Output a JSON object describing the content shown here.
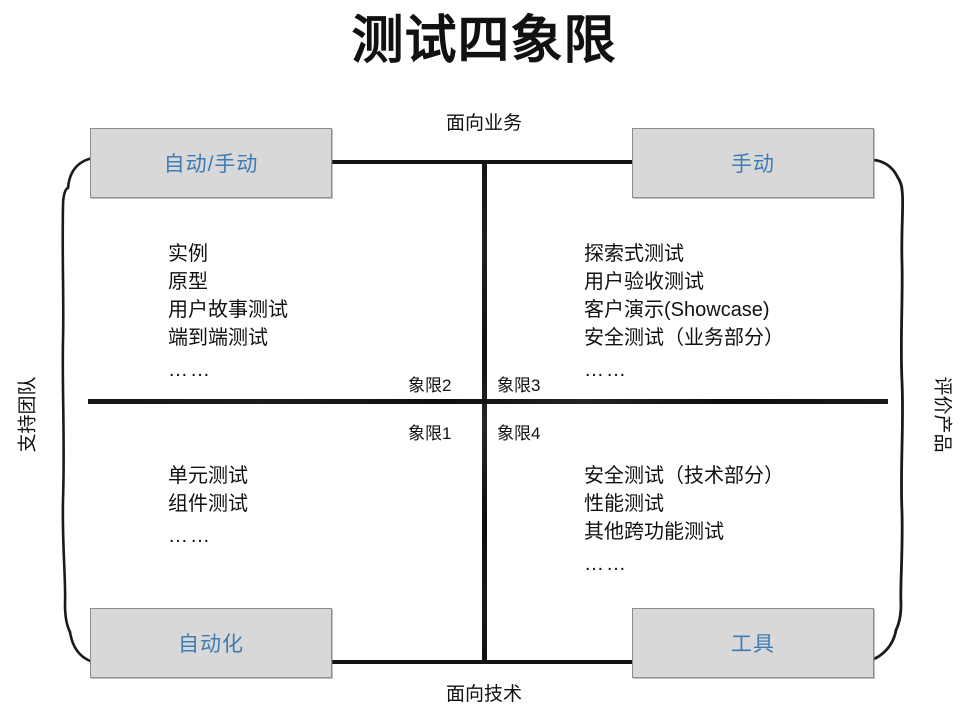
{
  "title": "测试四象限",
  "axes": {
    "top_caption": "面向业务",
    "bottom_caption": "面向技术",
    "left_caption": "支持团队",
    "right_caption": "评价产品"
  },
  "corner_boxes": {
    "top_left": "自动/手动",
    "top_right": "手动",
    "bottom_left": "自动化",
    "bottom_right": "工具"
  },
  "quadrants": {
    "q1": {
      "tag": "象限1",
      "items": [
        "单元测试",
        "组件测试"
      ],
      "ellipsis": "……"
    },
    "q2": {
      "tag": "象限2",
      "items": [
        "实例",
        "原型",
        "用户故事测试",
        "端到端测试"
      ],
      "ellipsis": "……"
    },
    "q3": {
      "tag": "象限3",
      "items": [
        "探索式测试",
        "用户验收测试",
        "客户演示(Showcase)",
        "安全测试（业务部分）"
      ],
      "ellipsis": "……"
    },
    "q4": {
      "tag": "象限4",
      "items": [
        "安全测试（技术部分）",
        "性能测试",
        "其他跨功能测试"
      ],
      "ellipsis": "……"
    }
  },
  "colors": {
    "box_fill": "#d8d8d8",
    "box_text": "#3f7cb5",
    "line": "#141414",
    "text": "#111111"
  }
}
